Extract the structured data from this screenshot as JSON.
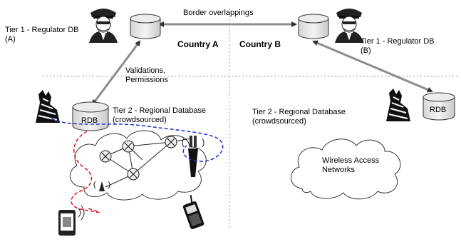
{
  "labels": {
    "border_overlappings": "Border overlappings",
    "tier1_a_title": "Tier 1 - Regulator DB",
    "tier1_a_sub": "(A)",
    "tier1_b_title": "Tier 1 - Regulator DB",
    "tier1_b_sub": "(B)",
    "country_a": "Country A",
    "country_b": "Country B",
    "validations": "Validations,",
    "permissions": "Permissions",
    "tier2_a_title": "Tier 2 - Regional Database",
    "tier2_a_sub": "(crowdsourced)",
    "tier2_b_title": "Tier 2 - Regional Database",
    "tier2_b_sub": "(crowdsourced)",
    "rdb_a": "RDB",
    "rdb_b": "RDB",
    "wireless_line1": "Wireless Access",
    "wireless_line2": "Networks"
  },
  "icons": [
    "police-officer-icon",
    "database-icon",
    "zebra-icon",
    "router-icon",
    "cell-tower-icon",
    "antenna-icon",
    "smartphone-icon",
    "mobile-phone-icon",
    "cloud-icon"
  ],
  "colors": {
    "connector_gray": "#8c8c8c",
    "red_dashed": "#e0141e",
    "blue_dashed": "#1a2fd0",
    "cylinder_fill": "#dcdcdc"
  }
}
